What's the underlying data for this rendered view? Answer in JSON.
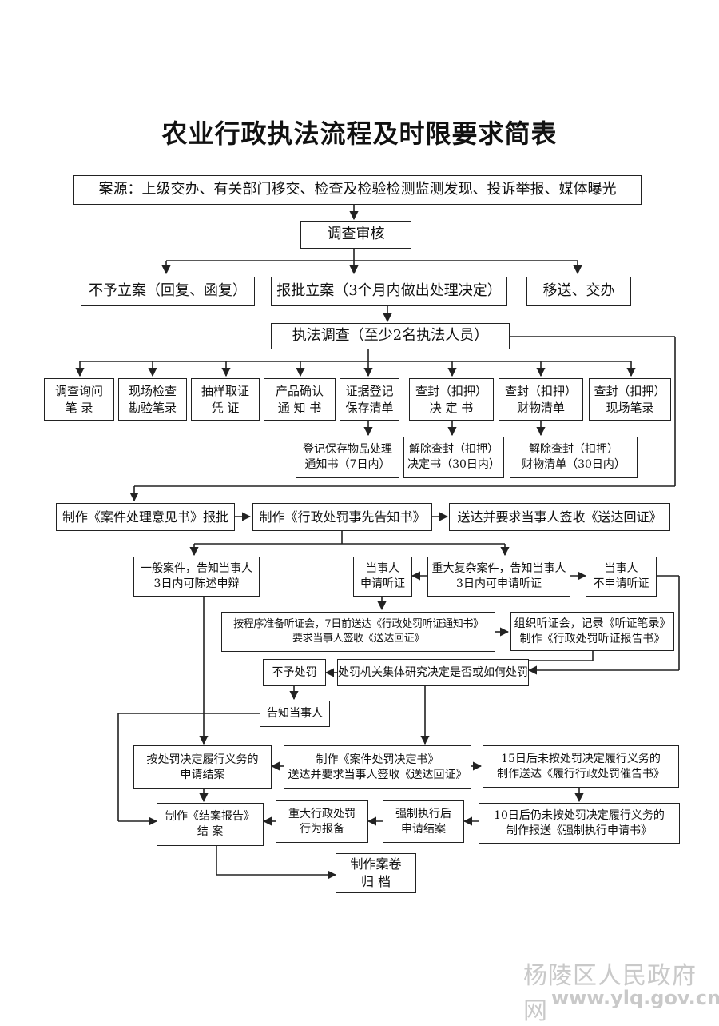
{
  "title": "农业行政执法流程及时限要求简表",
  "nodes": {
    "source": "案源：上级交办、有关部门移交、检查及检验检测监测发现、投诉举报、媒体曝光",
    "review": "调查审核",
    "no_case": "不予立案（回复、函复）",
    "file_case": "报批立案（3个月内做出处理决定）",
    "transfer": "移送、交办",
    "investigate": "执法调查（至少2名执法人员）",
    "inquiry": "调查询问\n笔 录",
    "inspection": "现场检查\n勘验笔录",
    "sampling": "抽样取证\n凭 证",
    "product_confirm": "产品确认\n通 知 书",
    "evidence_register": "证据登记\n保存清单",
    "seal_decision": "查封（扣押）\n决 定 书",
    "seal_list": "查封（扣押）\n财物清单",
    "seal_record": "查封（扣押）\n现场笔录",
    "register_notice": "登记保存物品处理\n通知书（7日内）",
    "release_decision": "解除查封（扣押）\n决定书（30日内）",
    "release_list": "解除查封（扣押）\n财物清单（30日内）",
    "opinion": "制作《案件处理意见书》报批",
    "prior_notice": "制作《行政处罚事先告知书》",
    "deliver_sign": "送达并要求当事人签收《送达回证》",
    "general_case": "一般案件，告知当事人\n3日内可陈述申辩",
    "party_apply": "当事人\n申请听证",
    "major_case": "重大复杂案件，告知当事人\n3日内可申请听证",
    "party_no_apply": "当事人\n不申请听证",
    "hearing_prep": "按程序准备听证会，7日前送达《行政处罚听证通知书》\n要求当事人签收《送达回证》",
    "hearing_hold": "组织听证会，记录《听证笔录》\n制作《行政处罚听证报告书》",
    "no_penalty": "不予处罚",
    "collective": "处罚机关集体研究决定是否或如何处罚",
    "notify_party": "告知当事人",
    "apply_close": "按处罚决定履行义务的\n申请结案",
    "decision_doc": "制作《案件处罚决定书》\n送达并要求当事人签收《送达回证》",
    "urge_doc": "15日后未按处罚决定履行义务的\n制作送达《履行行政处罚催告书》",
    "close_report": "制作《结案报告》\n结 案",
    "major_record": "重大行政处罚\n行为报备",
    "enforce_close": "强制执行后\n申请结案",
    "enforce_apply": "10日后仍未按处罚决定履行义务的\n制作报送《强制执行申请书》",
    "archive": "制作案卷\n归 档"
  },
  "watermark": {
    "name": "杨陵区人民政府网",
    "url": "www.ylq.gov.cn"
  }
}
